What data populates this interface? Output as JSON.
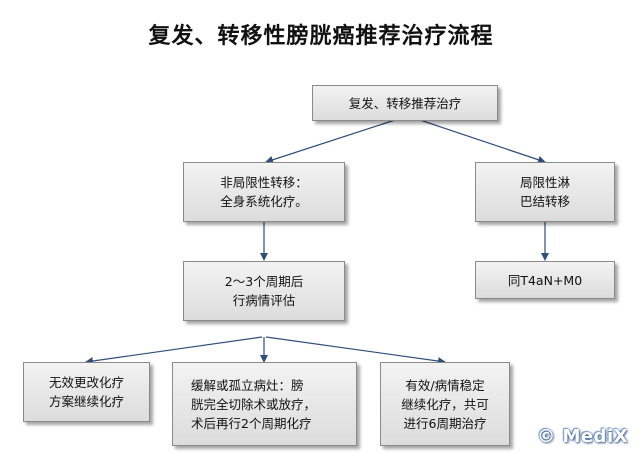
{
  "title": "复发、转移性膀胱癌推荐治疗流程",
  "nodes": {
    "root": {
      "lines": [
        "复发、转移推荐治疗"
      ]
    },
    "non_local": {
      "lines": [
        "非局限性转移：",
        "全身系统化疗。"
      ]
    },
    "local_lymph": {
      "lines": [
        "局限性淋",
        "巴结转移"
      ]
    },
    "eval": {
      "lines": [
        "2～3个周期后",
        "行病情评估"
      ]
    },
    "same_t4": {
      "lines": [
        "同T4aN+M0"
      ]
    },
    "ineffective": {
      "lines": [
        "无效更改化疗",
        "方案继续化疗"
      ]
    },
    "remission": {
      "lines": [
        "缓解或孤立病灶：膀",
        "胱完全切除术或放疗，",
        "术后再行2个周期化疗"
      ]
    },
    "stable": {
      "lines": [
        "有效/病情稳定",
        "继续化疗，共可",
        "进行6周期治疗"
      ]
    }
  },
  "watermark": "© MediX"
}
